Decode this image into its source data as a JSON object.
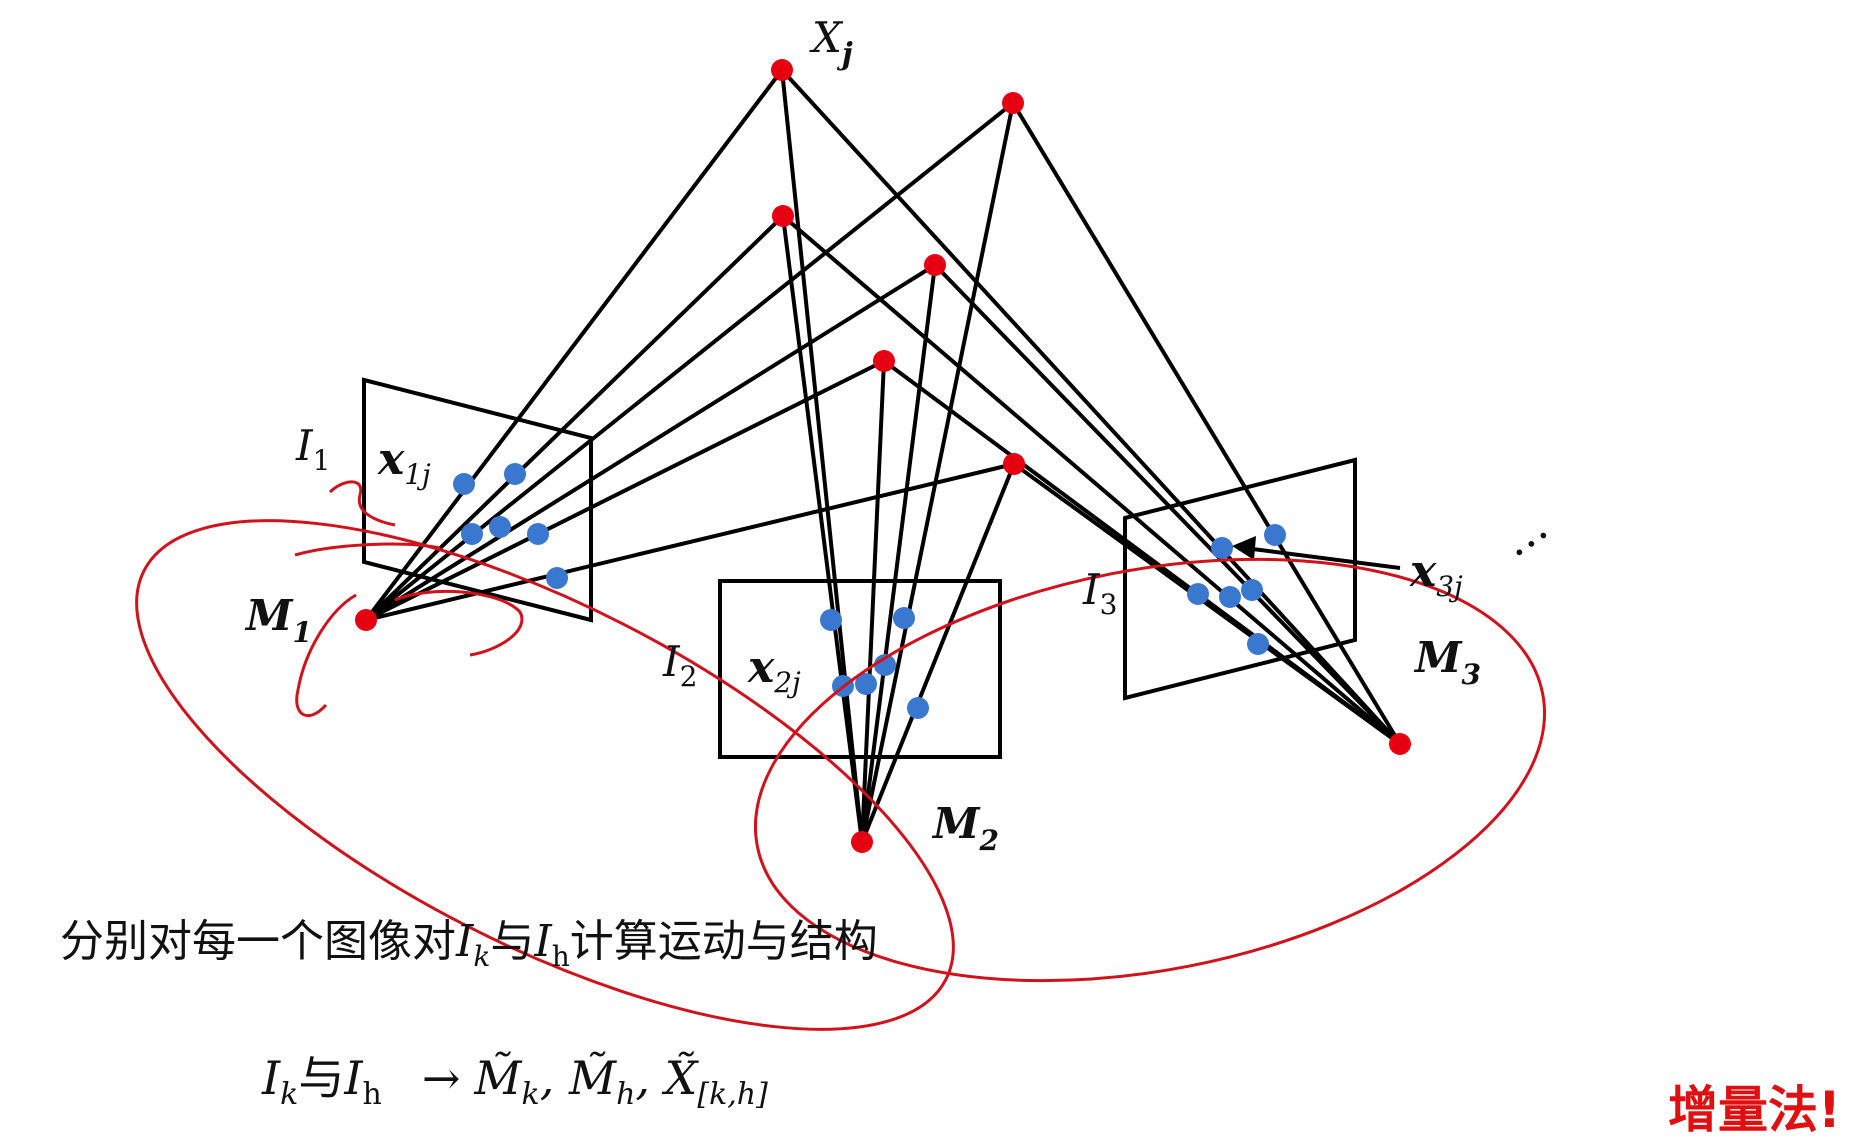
{
  "labels": {
    "point_Xj": "X",
    "point_Xj_sub": "j",
    "image_I1": "I",
    "image_I1_sub": "1",
    "image_I2": "I",
    "image_I2_sub": "2",
    "image_I3": "I",
    "image_I3_sub": "3",
    "camera_M1": "M",
    "camera_M1_sub": "1",
    "camera_M2": "M",
    "camera_M2_sub": "2",
    "camera_M3": "M",
    "camera_M3_sub": "3",
    "proj_x1j": "x",
    "proj_x1j_sub": "1j",
    "proj_x2j": "x",
    "proj_x2j_sub": "2j",
    "proj_x3j": "x",
    "proj_x3j_sub": "3j",
    "ellipsis": "…"
  },
  "caption": {
    "text_before": "分别对每一个图像对",
    "Ik": "I",
    "Ik_sub": "k",
    "connector": "与",
    "Ih": "I",
    "Ih_sub": "h",
    "text_after": "计算运动与结构"
  },
  "formula": {
    "Ik": "I",
    "Ik_sub": "k",
    "connector": "与",
    "Ih": "I",
    "Ih_sub": "h",
    "arrow": "→",
    "result_1": "M̃",
    "result_1_sub": "k",
    "sep_1": ", ",
    "result_2": "M̃",
    "result_2_sub": "h",
    "sep_2": ", ",
    "result_3": "X̃",
    "result_3_sub": "[k,h]"
  },
  "method_note": "增量法!",
  "colors": {
    "point_red": "#e60012",
    "projection_blue": "#3a78d0",
    "line": "#000000",
    "annotation": "#d0121b"
  }
}
